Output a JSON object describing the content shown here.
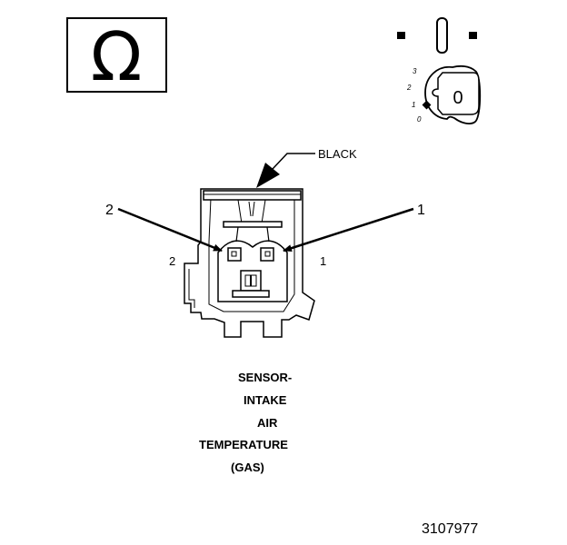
{
  "ohm_symbol": "Ω",
  "ignition_switch": {
    "positions": [
      "3",
      "2",
      "1",
      "0"
    ],
    "key_label": "0"
  },
  "callouts": {
    "color": "BLACK",
    "left_cavity": "2",
    "right_cavity": "1"
  },
  "connector": {
    "pin_left": "2",
    "pin_right": "1"
  },
  "component_label": [
    "SENSOR-",
    "INTAKE",
    "AIR",
    "TEMPERATURE",
    "(GAS)"
  ],
  "figure_number": "3107977"
}
